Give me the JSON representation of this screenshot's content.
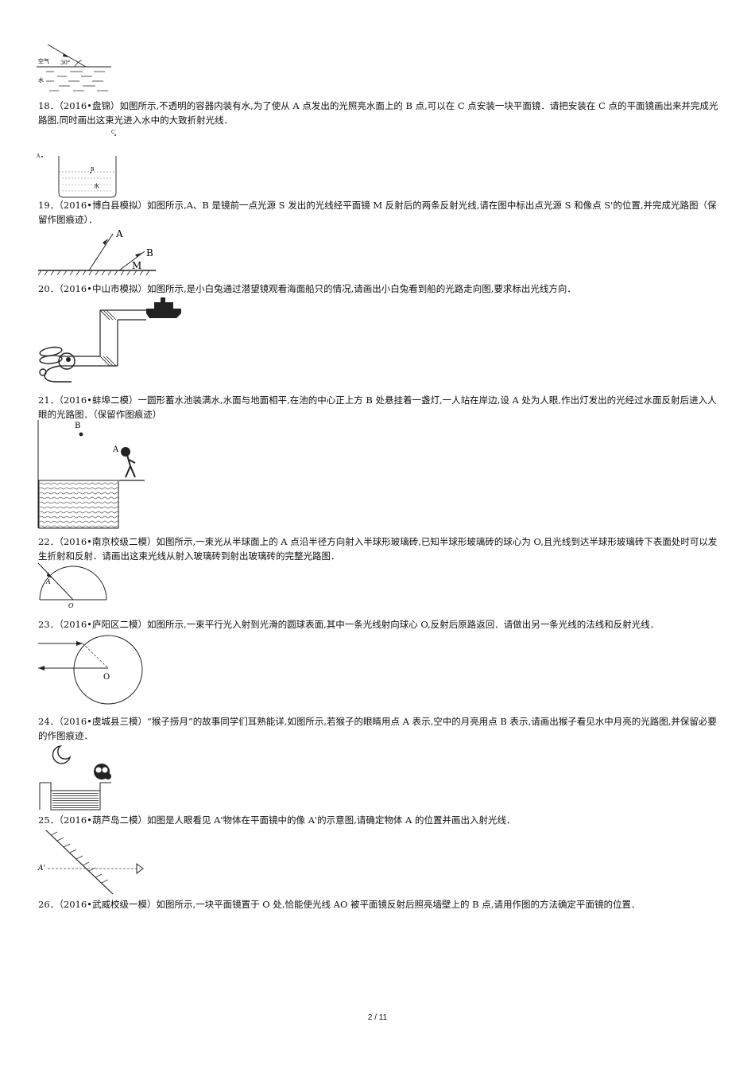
{
  "figures": {
    "f17": {
      "air": "空气",
      "angle": "30°",
      "water": "水"
    },
    "f18": {
      "A": "A",
      "B": "B",
      "C": "C",
      "water": "水"
    },
    "f19": {
      "A": "A",
      "B": "B",
      "M": "M"
    },
    "f21": {
      "A": "A",
      "B": "B"
    },
    "f22": {
      "A": "A",
      "O": "O"
    },
    "f23": {
      "O": "O"
    },
    "f25": {
      "A_prime": "A'"
    }
  },
  "questions": [
    {
      "number": "18．",
      "text": "（2016•盘锦）如图所示,不透明的容器内装有水,为了使从 A 点发出的光照亮水面上的 B 点,可以在 C 点安装一块平面镜．请把安装在 C 点的平面镜画出来并完成光路图,同时画出这束光进入水中的大致折射光线．"
    },
    {
      "number": "19．",
      "text": "（2016•博白县模拟）如图所示,A、B 是镜前一点光源 S 发出的光线经平面镜 M 反射后的两条反射光线,请在图中标出点光源 S 和像点 S'的位置,并完成光路图（保留作图痕迹）．"
    },
    {
      "number": "20．",
      "text": "（2016•中山市模拟）如图所示,是小白兔通过潜望镜观看海面船只的情况,请画出小白兔看到船的光路走向图,要求标出光线方向．"
    },
    {
      "number": "21．",
      "text": "（2016•蚌埠二模）一圆形蓄水池装满水,水面与地面相平,在池的中心正上方 B 处悬挂着一盏灯,一人站在岸边,设 A 处为人眼,作出灯发出的光经过水面反射后进入人眼的光路图．（保留作图痕迹）"
    },
    {
      "number": "22．",
      "text": "（2016•南京校级二模）如图所示,一束光从半球面上的 A 点沿半径方向射入半球形玻璃砖,已知半球形玻璃砖的球心为 O,且光线到达半球形玻璃砖下表面处时可以发生折射和反射．请画出这束光线从射入玻璃砖到射出玻璃砖的完整光路图．"
    },
    {
      "number": "23．",
      "text": "（2016•庐阳区二模）如图所示,一束平行光入射到光滑的圆球表面,其中一条光线射向球心 O,反射后原路返回．请做出另一条光线的法线和反射光线．"
    },
    {
      "number": "24．",
      "text": "（2016•虞城县三模）“猴子捞月”的故事同学们耳熟能详,如图所示,若猴子的眼睛用点 A 表示,空中的月亮用点 B 表示,请画出猴子看见水中月亮的光路图,并保留必要的作图痕迹．"
    },
    {
      "number": "25．",
      "text": "（2016•葫芦岛二模）如图是人眼看见 A'物体在平面镜中的像 A'的示意图,请确定物体 A 的位置并画出入射光线．"
    },
    {
      "number": "26．",
      "text": "（2016•武威校级一模）如图所示,一块平面镜置于 O 处,恰能使光线 AO 被平面镜反射后照亮墙壁上的 B 点,请用作图的方法确定平面镜的位置．"
    }
  ],
  "footer": {
    "page": "2 / 11"
  }
}
